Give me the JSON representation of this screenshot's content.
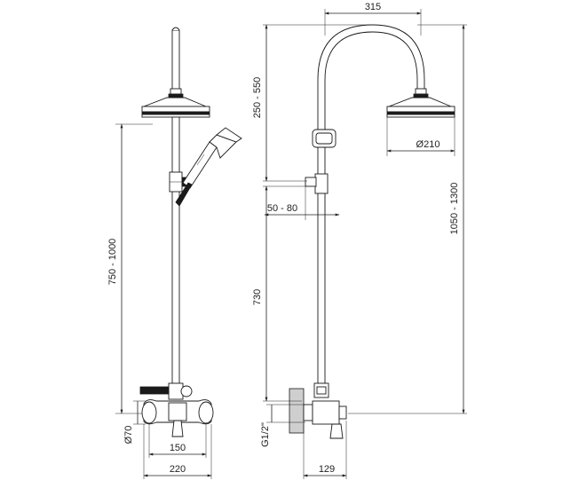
{
  "dimensions": {
    "head_reach": "315",
    "top_height": "250 - 550",
    "head_diameter": "Ø210",
    "total_height": "1050 - 1300",
    "offset": "50 - 80",
    "bar_height_left": "750 - 1000",
    "bar_height_right": "730",
    "wall_connection": "G1/2\"",
    "flange_diameter": "Ø70",
    "inlet_spacing": "150",
    "mixer_width": "220",
    "mixer_depth": "129"
  }
}
